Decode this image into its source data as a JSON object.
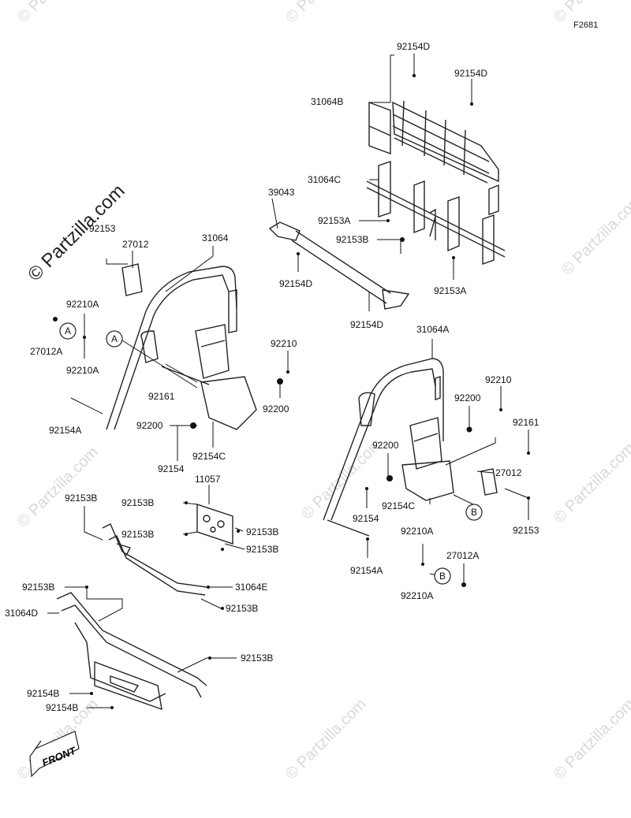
{
  "diagram_code": "F2681",
  "watermark": "© Partzilla.com",
  "brand_watermark": "© Partzilla.com",
  "front_label": "FRONT",
  "parts": {
    "p92154D_a": "92154D",
    "p92154D_b": "92154D",
    "p31064B": "31064B",
    "p31064C": "31064C",
    "p39043": "39043",
    "p92153A_a": "92153A",
    "p92153B_a": "92153B",
    "p92154D_c": "92154D",
    "p92153A_b": "92153A",
    "p92154D_d": "92154D",
    "p92153_a": "92153",
    "p27012_a": "27012",
    "p31064": "31064",
    "p92210A_a": "92210A",
    "p27012A_a": "27012A",
    "p92210A_b": "92210A",
    "p92210_a": "92210",
    "p92161_a": "92161",
    "p92200_a": "92200",
    "p92200_b": "92200",
    "p92154A_a": "92154A",
    "p92154C_a": "92154C",
    "p92154_a": "92154",
    "p31064A": "31064A",
    "p92210_b": "92210",
    "p92200_c": "92200",
    "p92161_b": "92161",
    "p92200_d": "92200",
    "p27012_b": "27012",
    "p92154C_b": "92154C",
    "p92154_b": "92154",
    "p92153_b": "92153",
    "p92210A_c": "92210A",
    "p27012A_b": "27012A",
    "p92210A_d": "92210A",
    "p92154A_b": "92154A",
    "p11057": "11057",
    "p92153B_b": "92153B",
    "p92153B_c": "92153B",
    "p92153B_d": "92153B",
    "p92153B_e": "92153B",
    "p92153B_f": "92153B",
    "p31064E": "31064E",
    "p92153B_g": "92153B",
    "p92153B_h": "92153B",
    "p31064D": "31064D",
    "p92153B_i": "92153B",
    "p92154B_a": "92154B",
    "p92154B_b": "92154B"
  },
  "callouts": {
    "A1": "A",
    "A2": "A",
    "B1": "B",
    "B2": "B"
  }
}
